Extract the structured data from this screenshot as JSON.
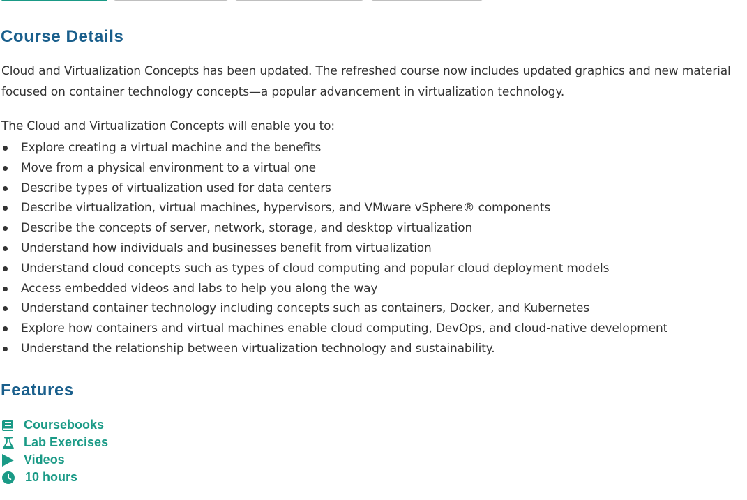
{
  "colors": {
    "heading": "#1a5f8c",
    "accent": "#1a9a86",
    "body_text": "#333333"
  },
  "details": {
    "title": "Course Details",
    "intro_paragraph": "Cloud and Virtualization Concepts has been updated. The refreshed course now includes updated graphics and new material focused on container technology concepts—a popular advancement in virtualization technology.",
    "enable_intro": "The Cloud and Virtualization Concepts will enable you to:",
    "bullets": [
      "Explore creating a virtual machine and the benefits",
      "Move from a physical environment to a virtual one",
      "Describe types of virtualization used for data centers",
      "Describe virtualization, virtual machines, hypervisors, and VMware vSphere® components",
      "Describe the concepts of server, network, storage, and desktop virtualization",
      "Understand how individuals and businesses benefit from virtualization",
      "Understand cloud concepts such as types of cloud computing and popular cloud deployment models",
      "Access embedded videos and labs to help you along the way",
      "Understand container technology including concepts such as containers, Docker, and Kubernetes",
      "Explore how containers and virtual machines enable cloud computing, DevOps, and cloud-native development",
      "Understand the relationship between virtualization technology and sustainability."
    ]
  },
  "features": {
    "title": "Features",
    "items": [
      {
        "label": "Coursebooks",
        "icon": "book-icon"
      },
      {
        "label": "Lab Exercises",
        "icon": "flask-icon"
      },
      {
        "label": "Videos",
        "icon": "play-icon"
      },
      {
        "label": "10 hours",
        "icon": "clock-icon"
      }
    ]
  }
}
